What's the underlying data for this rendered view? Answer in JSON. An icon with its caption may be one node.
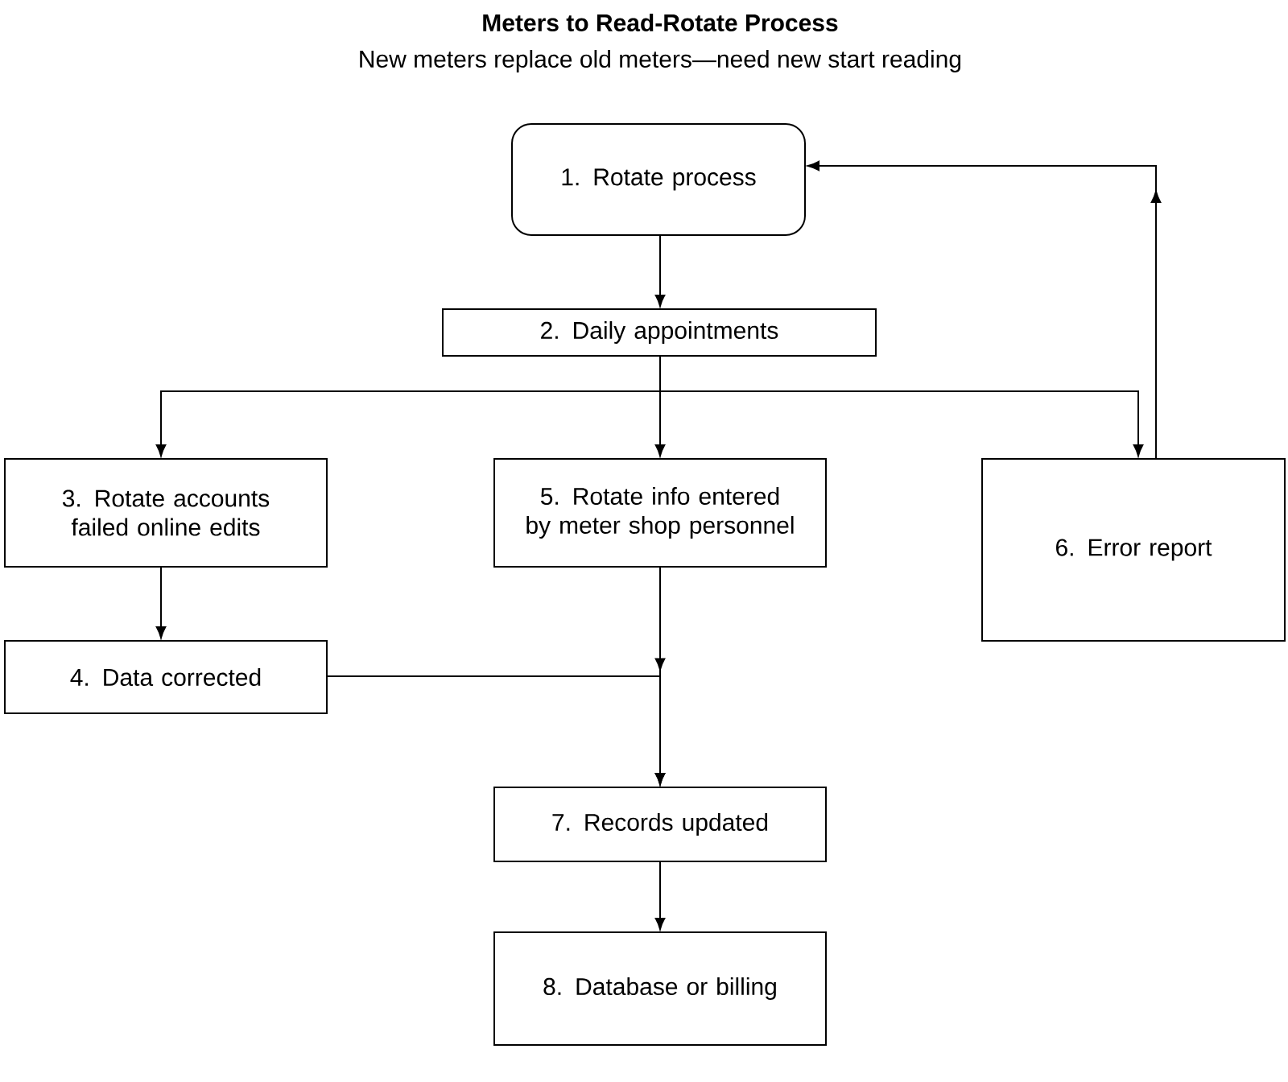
{
  "diagram": {
    "title": "Meters to Read-Rotate Process",
    "nodes": [
      {
        "text": [
          "1. Rotate process"
        ]
      },
      {
        "text": [
          "2.  Daily appointments"
        ]
      },
      {
        "text": [
          "3. Rotate accounts failed online edits"
        ]
      },
      {
        "text": [
          "5.  Rotate info entered by meter shop personnel"
        ]
      },
      {
        "text": [
          "6. Error report"
        ]
      },
      {
        "text": [
          "4. Data corrected"
        ]
      },
      {
        "text": [
          "7. Records updated"
        ]
      },
      {
        "text": [
          "8. Database or billing"
        ]
      }
    ],
    "edges": [
      {
        "from": 0,
        "to": 1,
        "arrow": "to"
      },
      {
        "from": 1,
        "to": 2,
        "arrow": "to"
      },
      {
        "from": 1,
        "to": 3,
        "arrow": "to"
      },
      {
        "from": 1,
        "to": 4,
        "arrow": "to"
      },
      {
        "from": 4,
        "to": 0,
        "arrow": "to"
      },
      {
        "from": 2,
        "to": 5,
        "arrow": "to"
      },
      {
        "from": 3,
        "to": 6,
        "arrow": "to"
      },
      {
        "from": 5,
        "to": 6,
        "arrow": "to"
      },
      {
        "from": 6,
        "to": 7,
        "arrow": "to"
      }
    ],
    "labels": [
      "New meters replace old meters—need new start reading"
    ]
  }
}
